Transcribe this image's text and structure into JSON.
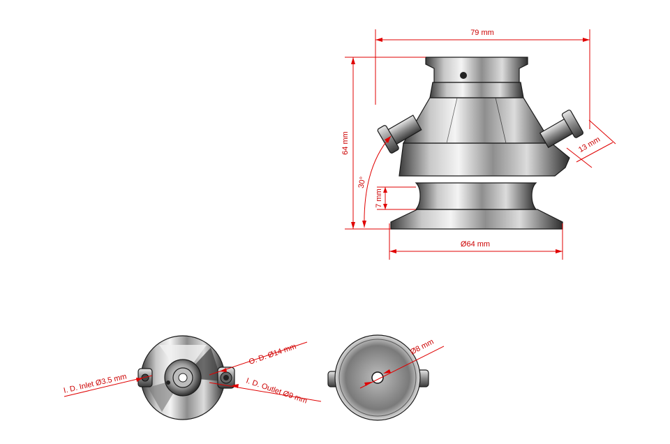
{
  "dimensions": {
    "overall_width": "79 mm",
    "overall_height": "64 mm",
    "port_angle": "30°",
    "port_length": "13 mm",
    "flange_height": "7 mm",
    "base_diameter": "Ø64 mm",
    "port_od": "O. D. Ø14 mm",
    "inlet_id": "I. D. Inlet Ø3.5 mm",
    "outlet_id": "I. D. Outlet Ø9 mm",
    "bottom_bore": "Ø8 mm"
  },
  "colors": {
    "dimension": "#e00000",
    "metal_light": "#f2f2f2",
    "metal_mid": "#9a9a9a",
    "metal_dark": "#3a3a3a"
  }
}
